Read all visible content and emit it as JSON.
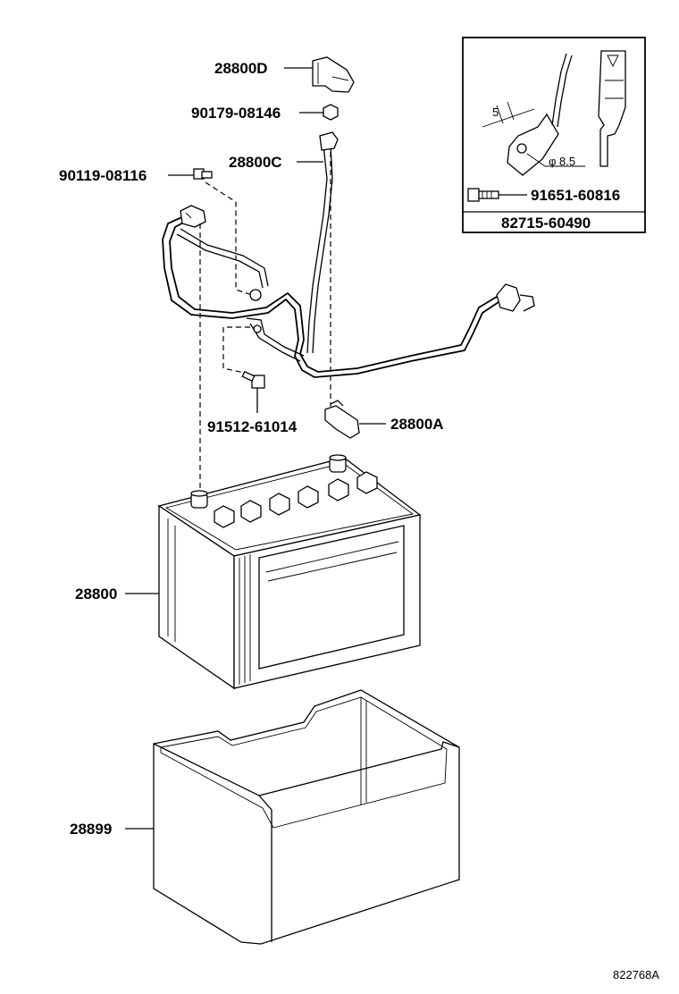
{
  "diagram": {
    "figure_id": "822768A",
    "labels": {
      "cover": "28800D",
      "nut": "90179-08146",
      "cable_c": "28800C",
      "bolt_upper": "90119-08116",
      "bolt_lower": "91512-61014",
      "terminal_a": "28800A",
      "battery": "28800",
      "tray": "28899"
    },
    "inset": {
      "bolt_label": "91651-60816",
      "bracket_label": "82715-60490",
      "dim_gap": "5",
      "dim_hole": "φ 8.5"
    }
  }
}
